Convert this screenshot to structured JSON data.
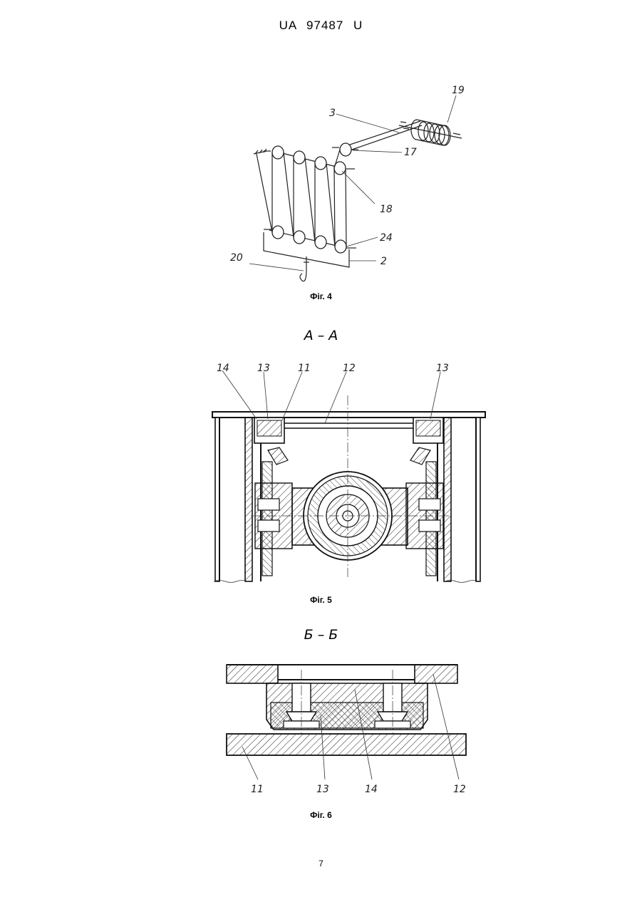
{
  "header": {
    "text": "UA   97487   U"
  },
  "figures": {
    "fig4": {
      "caption": "Фіг. 4",
      "labels": {
        "l3": "3",
        "l19": "19",
        "l17": "17",
        "l18": "18",
        "l24": "24",
        "l20": "20",
        "l2": "2"
      }
    },
    "fig5": {
      "section_title": "А – А",
      "caption": "Фіг. 5",
      "labels": {
        "l14": "14",
        "l13a": "13",
        "l11": "11",
        "l12": "12",
        "l13b": "13"
      }
    },
    "fig6": {
      "section_title": "Б – Б",
      "caption": "Фіг. 6",
      "labels": {
        "l11": "11",
        "l13": "13",
        "l14": "14",
        "l12": "12"
      }
    }
  },
  "page_number": "7"
}
